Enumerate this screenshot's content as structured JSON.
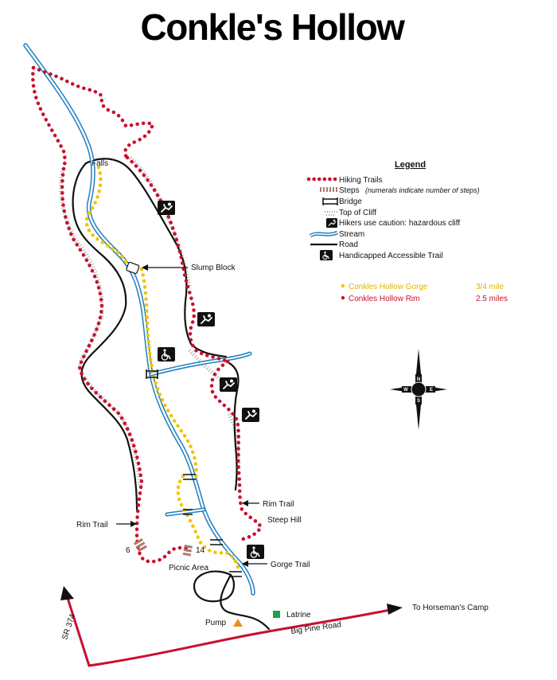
{
  "title": "Conkle's Hollow",
  "colors": {
    "hiking_trail": "#c8102e",
    "gorge_trail": "#f2c400",
    "stream": "#3fb6e0",
    "road": "#111111",
    "state_road": "#c8102e",
    "latrine": "#1aa14a",
    "pump": "#e8901a"
  },
  "legend": {
    "heading": "Legend",
    "items": [
      {
        "symbol": "hiking-trail",
        "label": "Hiking Trails"
      },
      {
        "symbol": "steps",
        "label": "Steps",
        "note": "(numerals indicate number of steps)"
      },
      {
        "symbol": "bridge",
        "label": "Bridge"
      },
      {
        "symbol": "cliff-top",
        "label": "Top of Cliff"
      },
      {
        "symbol": "hazard",
        "label": "Hikers use caution: hazardous cliff"
      },
      {
        "symbol": "stream",
        "label": "Stream"
      },
      {
        "symbol": "road",
        "label": "Road"
      },
      {
        "symbol": "accessible",
        "label": "Handicapped Accessible Trail"
      }
    ],
    "trails": [
      {
        "name": "Conkles Hollow Gorge",
        "length": "3/4 mile"
      },
      {
        "name": "Conkles Hollow Rim",
        "length": "2.5 miles"
      }
    ]
  },
  "compass": {
    "n": "N",
    "s": "S",
    "e": "E",
    "w": "W"
  },
  "labels": {
    "falls": "Falls",
    "slump_block": "Slump Block",
    "rim_trail_right": "Rim Trail",
    "rim_trail_left": "Rim Trail",
    "steep_hill": "Steep Hill",
    "gorge_trail": "Gorge Trail",
    "picnic_area": "Picnic Area",
    "steps_left": "6",
    "steps_right": "14",
    "latrine": "Latrine",
    "pump": "Pump",
    "big_pine_road": "Big Pine Road",
    "horseman": "To Horseman's Camp",
    "sr374": "SR 374"
  }
}
